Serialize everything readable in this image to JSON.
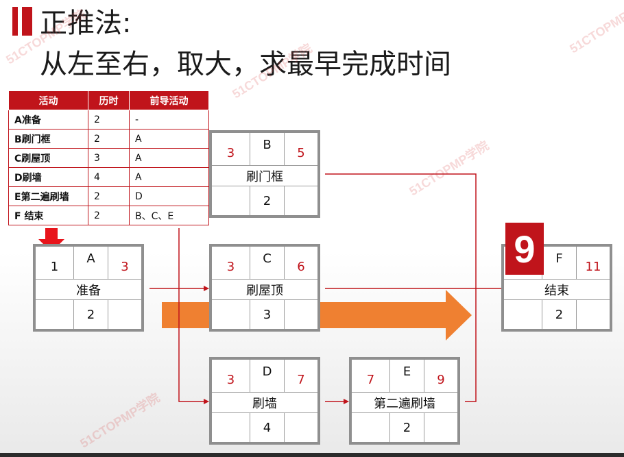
{
  "title": {
    "line1": "正推法:",
    "line2": "从左至右，取大，求最早完成时间"
  },
  "watermark": "51CTOPMP学院",
  "table": {
    "headers": [
      "活动",
      "历时",
      "前导活动"
    ],
    "rows": [
      [
        "A准备",
        "2",
        "-"
      ],
      [
        "B刷门框",
        "2",
        "A"
      ],
      [
        "C刷屋顶",
        "3",
        "A"
      ],
      [
        "D刷墙",
        "4",
        "A"
      ],
      [
        "E第二遍刷墙",
        "2",
        "D"
      ],
      [
        "F 结束",
        "2",
        "B、C、E"
      ]
    ]
  },
  "nodes": [
    {
      "id": "A",
      "es": "1",
      "ef": "3",
      "name": "准备",
      "dur": "2"
    },
    {
      "id": "B",
      "es": "3",
      "ef": "5",
      "name": "刷门框",
      "dur": "2"
    },
    {
      "id": "C",
      "es": "3",
      "ef": "6",
      "name": "刷屋顶",
      "dur": "3"
    },
    {
      "id": "D",
      "es": "3",
      "ef": "7",
      "name": "刷墙",
      "dur": "4"
    },
    {
      "id": "E",
      "es": "7",
      "ef": "9",
      "name": "第二遍刷墙",
      "dur": "2"
    },
    {
      "id": "F",
      "es": "",
      "ef": "11",
      "name": "结束",
      "dur": "2"
    }
  ],
  "badge": "9",
  "colors": {
    "accent": "#c0141b",
    "arrow_orange": "#ef8031",
    "node_border": "#8f8f8f",
    "pointer_red": "#e8141b"
  }
}
